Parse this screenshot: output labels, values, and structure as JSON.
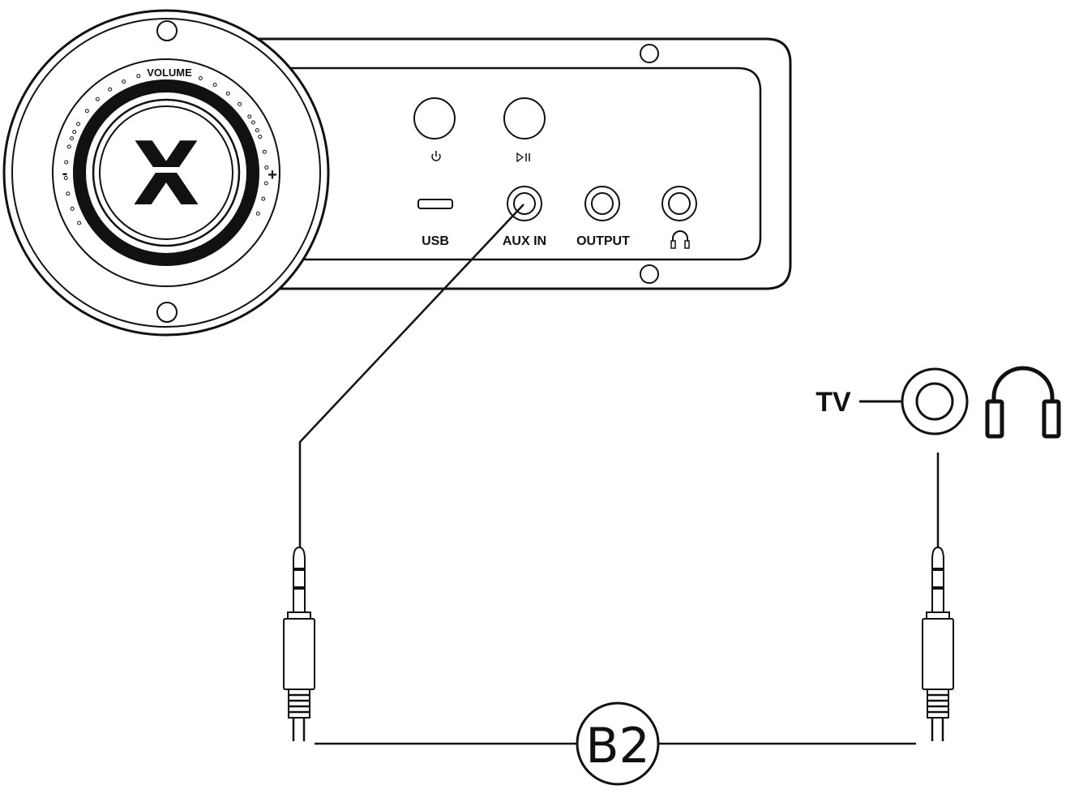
{
  "device": {
    "volume_label": "VOLUME",
    "minus_label": "-",
    "plus_label": "+",
    "logo_letter": "X",
    "buttons": [
      {
        "icon": "power-icon"
      },
      {
        "icon": "play-pause-icon"
      }
    ],
    "ports": {
      "usb": "USB",
      "aux_in": "AUX IN",
      "output": "OUTPUT",
      "headphone_icon": "headphone-icon"
    }
  },
  "source": {
    "tv_label": "TV",
    "jack_icon": "audio-jack-icon",
    "headphone_icon": "headphone-icon"
  },
  "cable": {
    "label": "B2"
  },
  "colors": {
    "line": "#111111",
    "background": "#ffffff"
  }
}
